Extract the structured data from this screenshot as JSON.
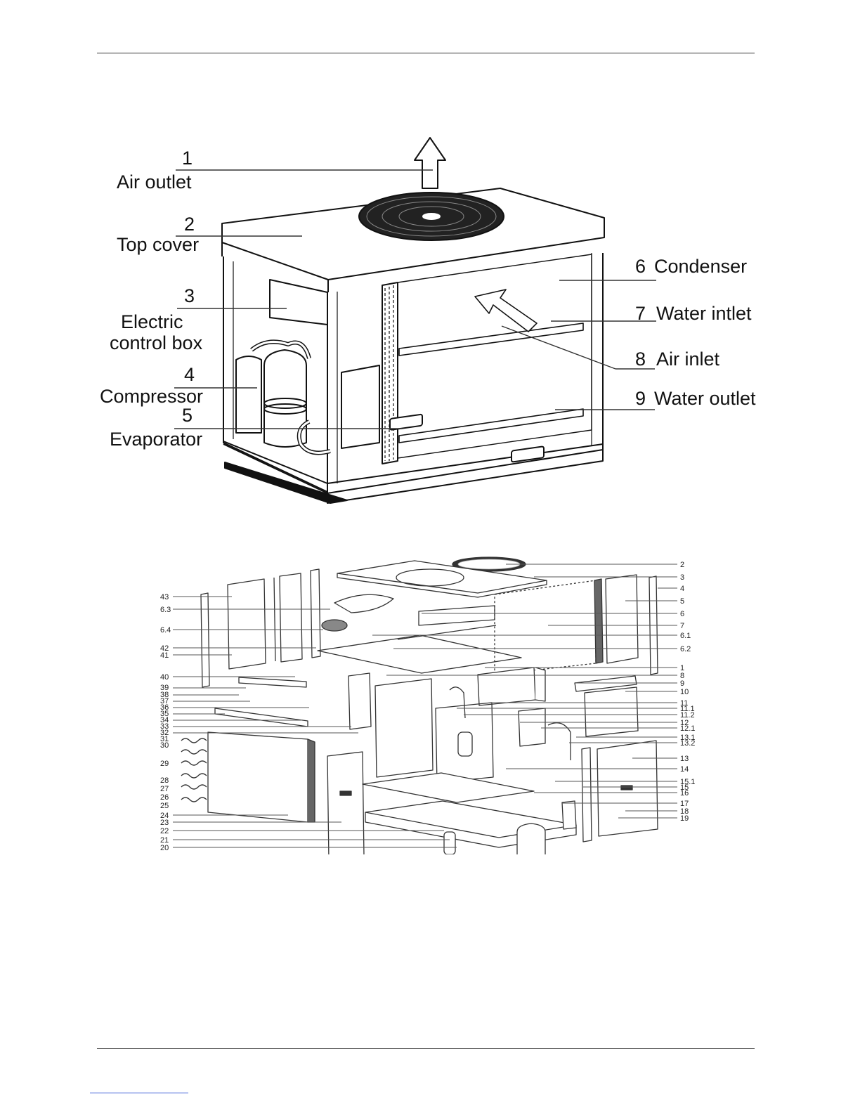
{
  "figure1": {
    "callouts": [
      {
        "id": "1",
        "number": "1",
        "label": "Air outlet"
      },
      {
        "id": "2",
        "number": "2",
        "label": "Top cover"
      },
      {
        "id": "3",
        "number": "3",
        "label": "Electric control box",
        "label_lines": [
          "Electric",
          "control box"
        ]
      },
      {
        "id": "4",
        "number": "4",
        "label": "Compressor"
      },
      {
        "id": "5",
        "number": "5",
        "label": "Evaporator"
      },
      {
        "id": "6",
        "number": "6",
        "label": "Condenser"
      },
      {
        "id": "7",
        "number": "7",
        "label": "Water intlet"
      },
      {
        "id": "8",
        "number": "8",
        "label": "Air inlet"
      },
      {
        "id": "9",
        "number": "9",
        "label": "Water outlet"
      }
    ]
  },
  "figure2": {
    "left_labels": [
      "43",
      "6.3",
      "6.4",
      "42",
      "41",
      "40",
      "39",
      "38",
      "37",
      "36",
      "35",
      "34",
      "33",
      "32",
      "31",
      "30",
      "29",
      "28",
      "27",
      "26",
      "25",
      "24",
      "23",
      "22",
      "21",
      "20"
    ],
    "right_labels": [
      "2",
      "3",
      "4",
      "5",
      "6",
      "7",
      "6.1",
      "6.2",
      "1",
      "8",
      "9",
      "10",
      "11",
      "11.1",
      "11.2",
      "12",
      "12.1",
      "13.1",
      "13.2",
      "13",
      "14",
      "15.1",
      "15",
      "16",
      "17",
      "18",
      "19"
    ]
  }
}
